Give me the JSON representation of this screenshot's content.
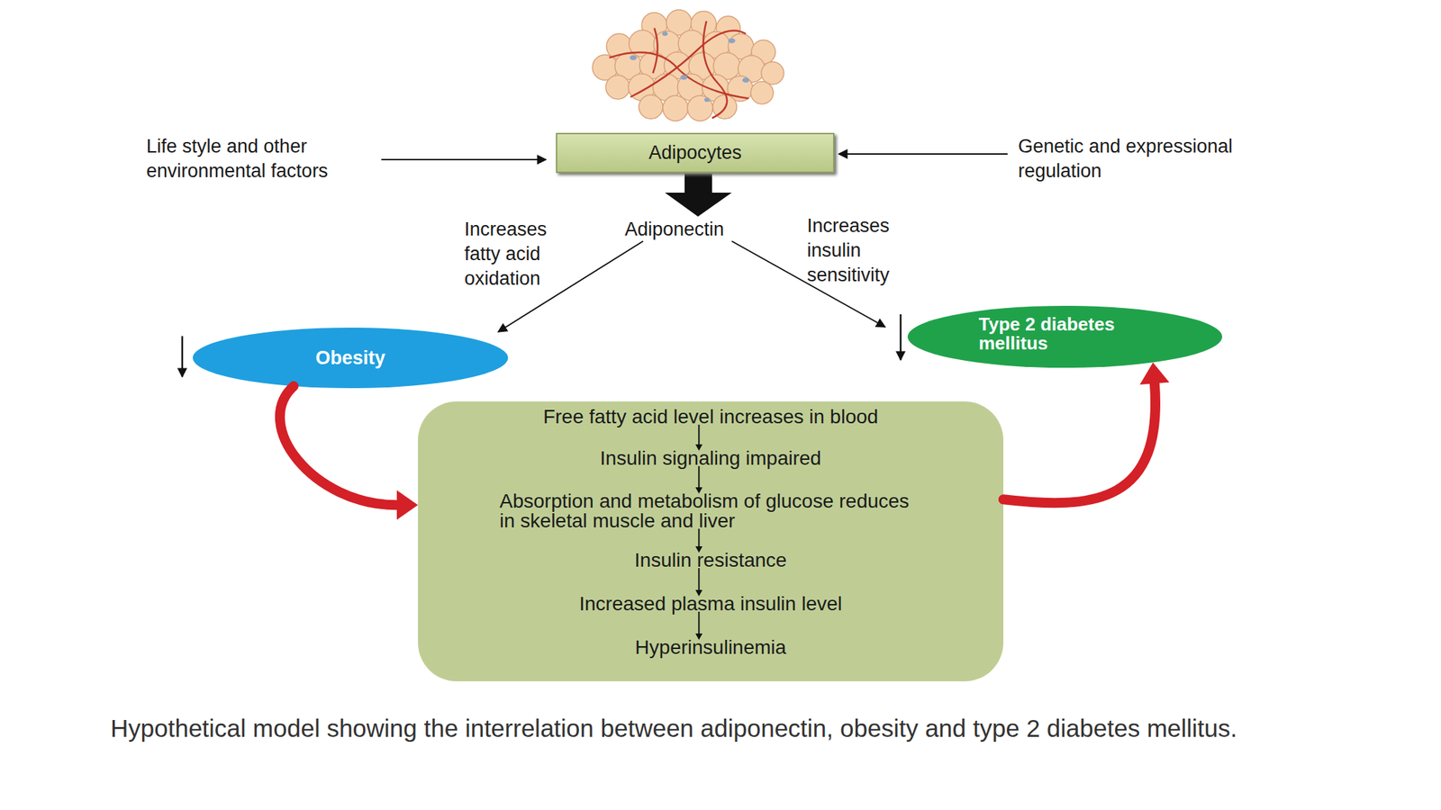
{
  "diagram": {
    "caption": "Hypothetical model showing the interrelation between adiponectin, obesity and type 2 diabetes mellitus.",
    "nodes": [
      {
        "text": [
          "Adipocytes"
        ]
      },
      {
        "text": [
          "Obesity"
        ]
      },
      {
        "text": [
          "Type 2 diabetes mellitus"
        ]
      },
      {
        "text": [
          "Free fatty acid level increases in blood",
          "Insulin signaling impaired",
          "Absorption and metabolism of glucose reduces in skeletal muscle and liver",
          "Insulin resistance",
          "Increased plasma insulin level",
          "Hyperinsulinemia"
        ]
      }
    ],
    "edges": [
      {
        "from": 1,
        "to": 3,
        "arrow": "to"
      },
      {
        "from": 3,
        "to": 2,
        "arrow": "to"
      }
    ],
    "labels": [
      "Life style and other environmental factors",
      "Genetic and expressional regulation",
      "Adiponectin",
      "Increases fatty acid oxidation",
      "Increases insulin sensitivity"
    ]
  }
}
